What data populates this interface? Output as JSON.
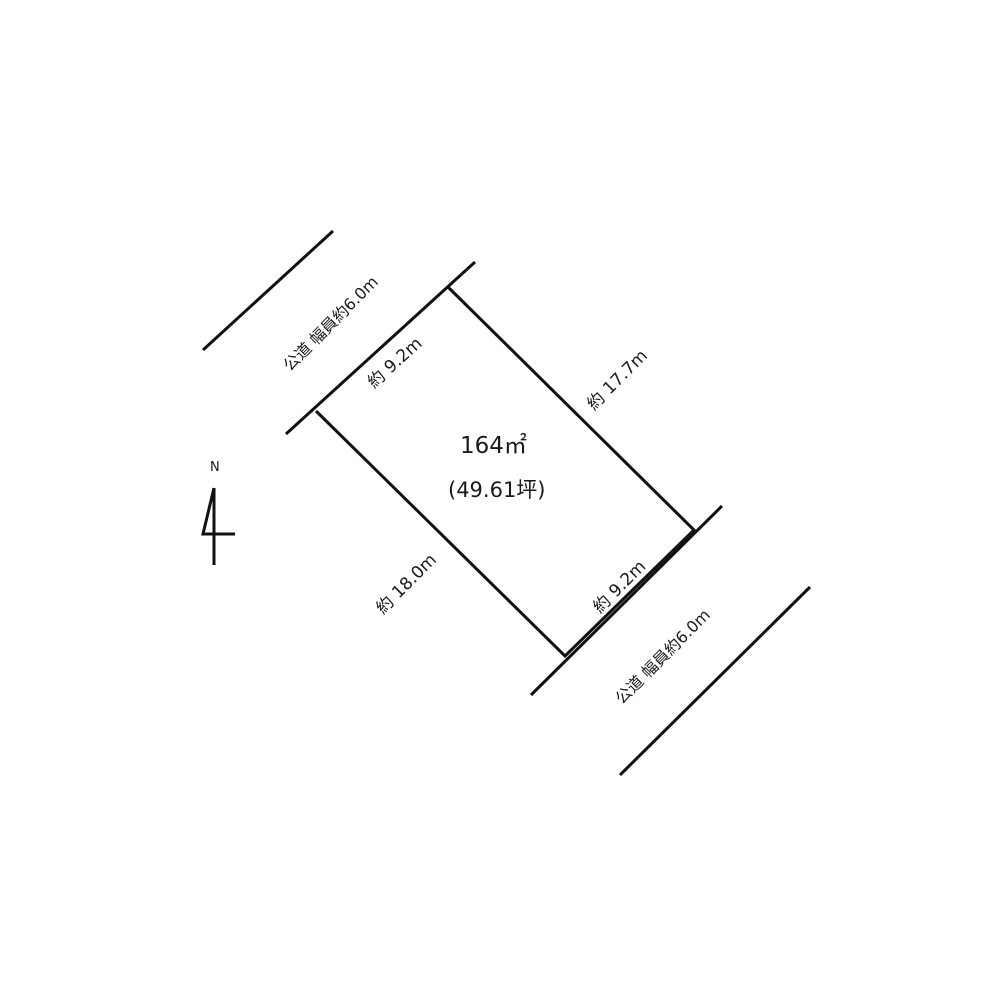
{
  "plot": {
    "area": "164㎡",
    "area_tsubo": "(49.61坪)"
  },
  "dimensions": {
    "north_edge": "約 9.2m",
    "east_edge": "約 17.7m",
    "west_edge": "約 18.0m",
    "south_edge": "約 9.2m"
  },
  "roads": {
    "north_road": "公道 幅員約6.0m",
    "south_road": "公道 幅員約6.0m"
  },
  "compass": {
    "label": "N",
    "icon": "north-arrow-icon"
  },
  "colors": {
    "line": "#111111",
    "text": "#1a1a1a",
    "background": "#ffffff"
  }
}
